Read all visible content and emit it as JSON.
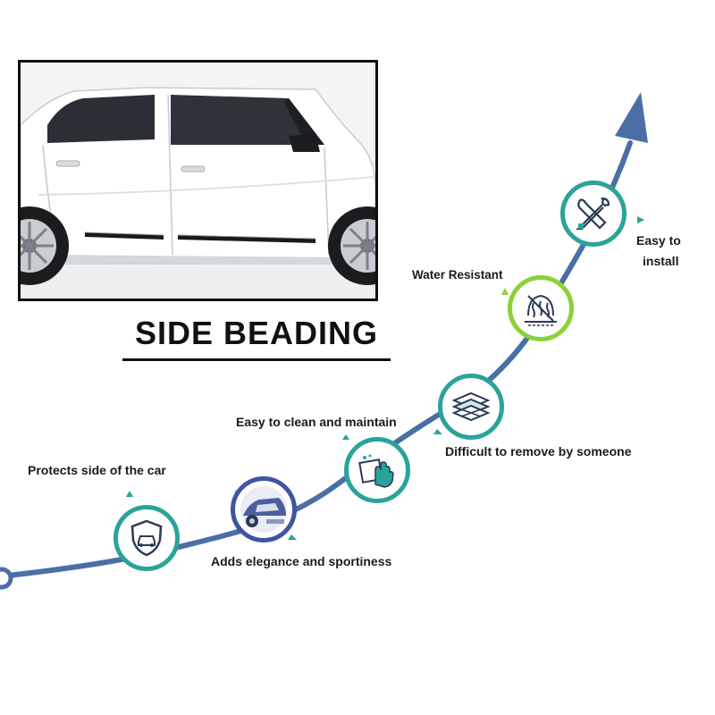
{
  "heading": {
    "title": "SIDE BEADING"
  },
  "features": [
    {
      "label": "Protects side of the car",
      "icon": "shield-car-icon"
    },
    {
      "label": "Adds elegance and sportiness",
      "icon": "car-side-icon"
    },
    {
      "label": "Easy to clean and maintain",
      "icon": "cleaning-hand-icon"
    },
    {
      "label": "Difficult to remove by someone",
      "icon": "layers-icon"
    },
    {
      "label": "Water Resistant",
      "icon": "water-resistant-icon"
    },
    {
      "label_line1": "Easy to",
      "label_line2": "install",
      "icon": "tools-icon"
    }
  ],
  "colors": {
    "curve": "#4a6fa5",
    "teal_ring": "#2aa39b",
    "green_ring": "#8bd13a",
    "blue_ring": "#3e55a0",
    "icon": "#2b3a55"
  }
}
